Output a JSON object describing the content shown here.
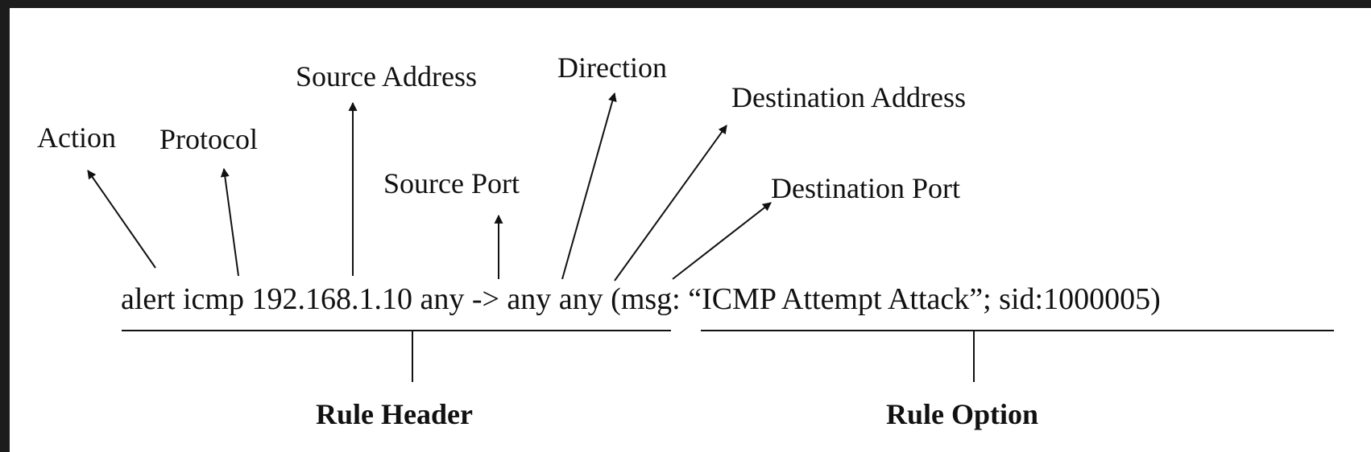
{
  "labels": {
    "action": "Action",
    "protocol": "Protocol",
    "source_address": "Source Address",
    "direction": "Direction",
    "destination_address": "Destination Address",
    "source_port": "Source Port",
    "destination_port": "Destination Port"
  },
  "rule_text": "alert icmp 192.168.1.10 any -> any any (msg: “ICMP Attempt Attack”; sid:1000005)",
  "sections": {
    "header": "Rule Header",
    "option": "Rule Option"
  },
  "colors": {
    "background_frame": "#1c1c1c",
    "panel": "#ffffff",
    "ink": "#111111"
  }
}
